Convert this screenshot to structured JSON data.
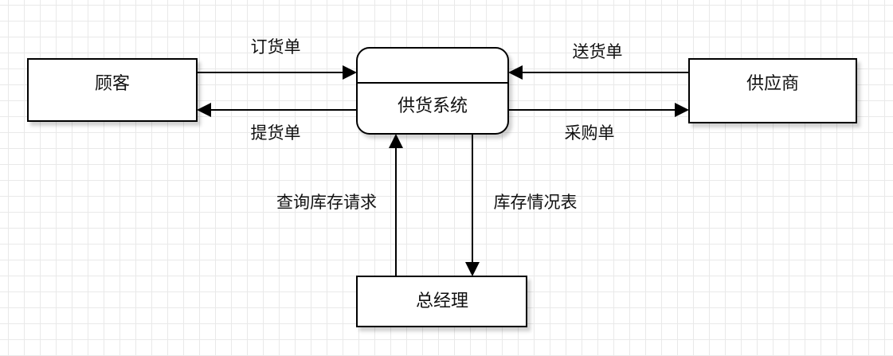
{
  "diagram": {
    "nodes": {
      "customer": "顾客",
      "system": "供货系统",
      "supplier": "供应商",
      "manager": "总经理"
    },
    "edges": {
      "order": "订货单",
      "pickup": "提货单",
      "delivery": "送货单",
      "purchase": "采购单",
      "inventory_query": "查询库存请求",
      "inventory_report": "库存情况表"
    }
  }
}
